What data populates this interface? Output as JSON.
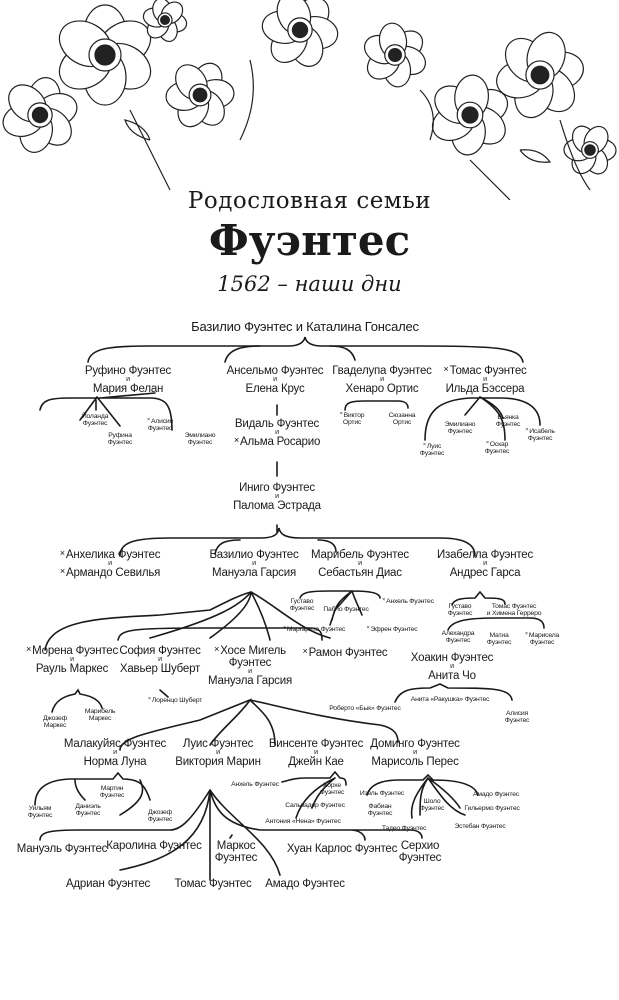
{
  "title": {
    "line1": "Родословная семьи",
    "line2": "Фуэнтес",
    "dates": "1562 – наши дни"
  },
  "tree": {
    "root": "Базилио Фуэнтес и Каталина Гонсалес",
    "conj": "и",
    "deceased_marker": "×",
    "gen1": [
      {
        "a": "Руфино Фуэнтес",
        "b": "Мария Фелан"
      },
      {
        "a": "Ансельмо Фуэнтес",
        "b": "Елена Крус"
      },
      {
        "a": "Гваделупа Фуэнтес",
        "b": "Хенаро Ортис"
      },
      {
        "a": "Томас Фуэнтес",
        "b": "Ильда Бэссера",
        "xa": true
      }
    ],
    "gen1_kids": [
      {
        "a": "Йоланда\nФуэнтес"
      },
      {
        "a": "Руфина\nФуэнтес"
      },
      {
        "a": "Алисия\nФуэнтес",
        "xa": true
      },
      {
        "a": "Эмилиано\nФуэнтес"
      },
      {
        "a": "Виктор\nОртис",
        "xa": true
      },
      {
        "a": "Сюзанна\nОртис"
      },
      {
        "a": "Луис\nФуэнтес",
        "xa": true
      },
      {
        "a": "Эмилиано\nФуэнтес"
      },
      {
        "a": "Оскар\nФуэнтес",
        "xa": true
      },
      {
        "a": "Бьянка\nФуэнтес"
      },
      {
        "a": "Исабель\nФуэнтес",
        "xa": true
      }
    ],
    "line": [
      {
        "a": "Видаль Фуэнтес",
        "b": "Альма Росарио",
        "xb": true
      },
      {
        "a": "Иниго Фуэнтес",
        "b": "Палома Эстрада"
      }
    ],
    "gen4": [
      {
        "a": "Анхелика Фуэнтес",
        "b": "Армандо Севилья",
        "xa": true,
        "xb": true
      },
      {
        "a": "Базилио Фуэнтес",
        "b": "Мануэла Гарсия"
      },
      {
        "a": "Марибель Фуэнтес",
        "b": "Себастьян Диас"
      },
      {
        "a": "Изабелла Фуэнтес",
        "b": "Андрес Гарса"
      }
    ],
    "gen4_kids": [
      {
        "a": "Густаво\nФуэнтес"
      },
      {
        "a": "Пабло Фуэнтес"
      },
      {
        "a": "Анхель Фуэнтес",
        "xa": true
      },
      {
        "a": "Маргарита Фуэнтес",
        "xa": true
      },
      {
        "a": "Эфрен Фуэнтес",
        "xa": true
      },
      {
        "a": "Густаво\nФуэнтес"
      },
      {
        "a": "Томас Фуэнтес\nи Химена Герреро"
      },
      {
        "a": "Алехандра\nФуэнтес"
      },
      {
        "a": "Матиа\nФуэнтес"
      },
      {
        "a": "Марисела\nФуэнтес",
        "xa": true
      }
    ],
    "gen5": [
      {
        "a": "Морена Фуэнтес",
        "b": "Рауль Маркес",
        "xa": true
      },
      {
        "a": "София Фуэнтес",
        "b": "Хавьер Шуберт"
      },
      {
        "a": "Хосе Мигель\nФуэнтес",
        "b": "Мануэла Гарсия",
        "xa": true
      },
      {
        "a": "Рамон Фуэнтес",
        "xa": true
      },
      {
        "a": "Хоакин Фуэнтес",
        "b": "Анита Чо"
      }
    ],
    "gen5_kids": [
      {
        "a": "Джозеф\nМаркес"
      },
      {
        "a": "Марибель\nМаркес"
      },
      {
        "a": "Лоренцо Шуберт",
        "xa": true
      },
      {
        "a": "Роберто «Бык» Фуэнтес"
      },
      {
        "a": "Анита «Ракушка» Фуэнтес"
      },
      {
        "a": "Алисия\nФуэнтес"
      }
    ],
    "gen6": [
      {
        "a": "Малакуйяс Фуэнтес",
        "b": "Норма Луна"
      },
      {
        "a": "Луис Фуэнтес",
        "b": "Виктория Марин"
      },
      {
        "a": "Винсенте Фуэнтес",
        "b": "Джейн Кае"
      },
      {
        "a": "Доминго Фуэнтес",
        "b": "Марисоль Перес"
      }
    ],
    "gen6_kids": [
      {
        "a": "Уильям\nФуэнтес"
      },
      {
        "a": "Даниэль\nФуэнтес"
      },
      {
        "a": "Мартин\nФуэнтес"
      },
      {
        "a": "Джозеф\nФуэнтес"
      },
      {
        "a": "Анхель Фуэнтес"
      },
      {
        "a": "Хорхе\nФуэнтес"
      },
      {
        "a": "Сальвадор Фуэнтес"
      },
      {
        "a": "Антония «Нена» Фуэнтес"
      },
      {
        "a": "Изель Фуэнтес"
      },
      {
        "a": "Фабиан\nФуэнтес"
      },
      {
        "a": "Шоло\nФуэнтес"
      },
      {
        "a": "Амадо Фуэнтес"
      },
      {
        "a": "Гильермо Фуэнтес"
      },
      {
        "a": "Тадео Фуэнтес"
      },
      {
        "a": "Эстебан Фуэнтес"
      }
    ],
    "gen7": [
      {
        "a": "Мануэль Фуэнтес"
      },
      {
        "a": "Каролина Фуэнтес"
      },
      {
        "a": "Маркос\nФуэнтес"
      },
      {
        "a": "Хуан Карлос Фуэнтес"
      },
      {
        "a": "Серхио\nФуэнтес"
      },
      {
        "a": "Адриан Фуэнтес"
      },
      {
        "a": "Томас Фуэнтес"
      },
      {
        "a": "Амадо Фуэнтес"
      }
    ]
  }
}
